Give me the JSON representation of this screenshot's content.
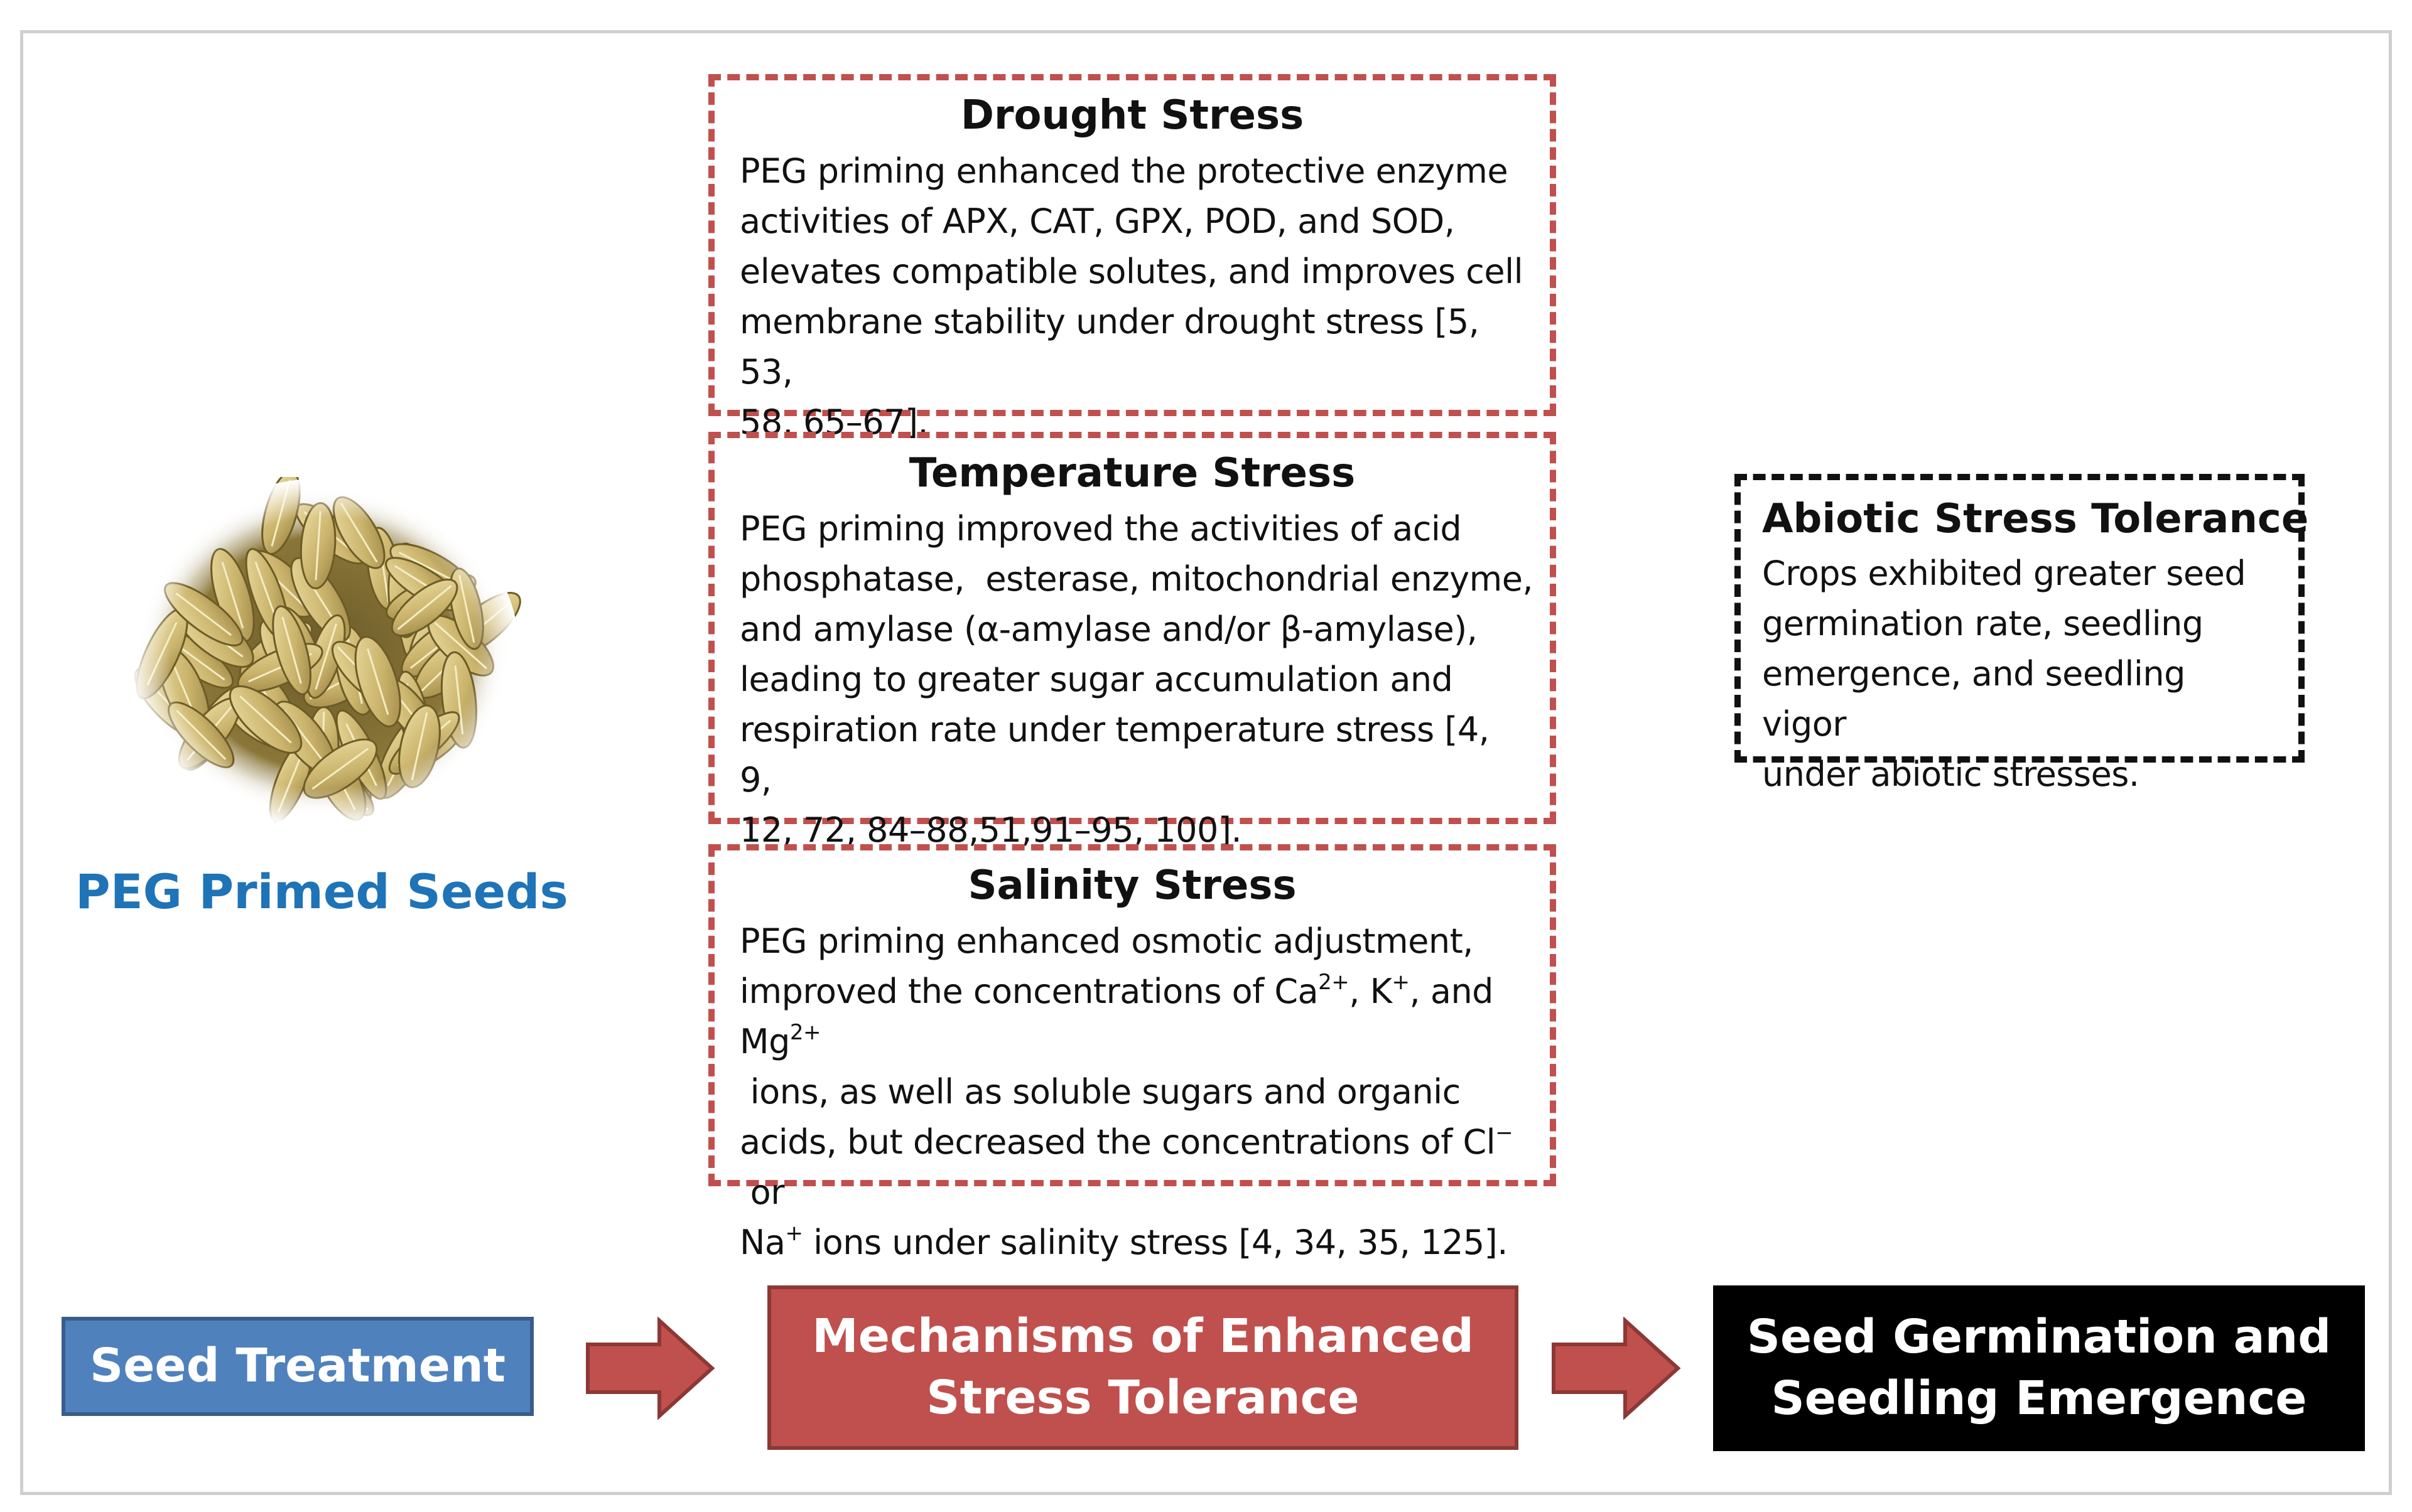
{
  "seed": {
    "label": "PEG Primed Seeds"
  },
  "stress_boxes": {
    "drought": {
      "title": "Drought Stress",
      "lines": [
        "PEG priming enhanced the protective enzyme",
        "activities of APX, CAT, GPX, POD, and SOD,",
        "elevates compatible solutes, and improves cell",
        "membrane stability under drought stress [5, 53,",
        "58, 65–67]."
      ]
    },
    "temperature": {
      "title": "Temperature Stress",
      "lines": [
        "PEG priming improved the activities of acid",
        "phosphatase,  esterase, mitochondrial enzyme,",
        "and amylase (α-amylase and/or β-amylase),",
        "leading to greater sugar accumulation and",
        "respiration rate under temperature stress [4, 9,",
        "12, 72, 84–88,51,91–95, 100]."
      ]
    },
    "salinity": {
      "title": "Salinity Stress",
      "line1": "PEG priming enhanced osmotic adjustment,",
      "line2": {
        "a": "improved the concentrations of Ca",
        "ca_sup": "2+",
        "b": ", K",
        "k_sup": "+",
        "c": ", and"
      },
      "line3": {
        "a": "Mg",
        "mg_sup": "2+",
        "b": " ions, as well as soluble sugars and organic"
      },
      "line4": {
        "a": "acids, but decreased the concentrations of Cl",
        "cl_sup": "−",
        "b": " or"
      },
      "line5": {
        "a": "Na",
        "na_sup": "+",
        "b": " ions under salinity stress [4, 34, 35, 125]."
      }
    }
  },
  "abiotic": {
    "title": "Abiotic Stress Tolerance",
    "lines": [
      "Crops exhibited greater seed",
      "germination rate, seedling",
      "emergence, and seedling vigor",
      "under abiotic stresses."
    ]
  },
  "flow": {
    "seed_treatment": "Seed Treatment",
    "mechanisms": [
      "Mechanisms of Enhanced",
      "Stress Tolerance"
    ],
    "germination": [
      "Seed Germination and",
      "Seedling Emergence"
    ]
  },
  "colors": {
    "label_blue": "#1f73b7",
    "box_red": "#c0504d",
    "box_blue": "#4f81bd",
    "arrow_fill": "#c0504d",
    "arrow_stroke": "#8c3836",
    "seed_fill": "#c8b26a"
  },
  "icons": {
    "seed_image": "rice-seeds-image",
    "arrow": "right-arrow-icon"
  }
}
